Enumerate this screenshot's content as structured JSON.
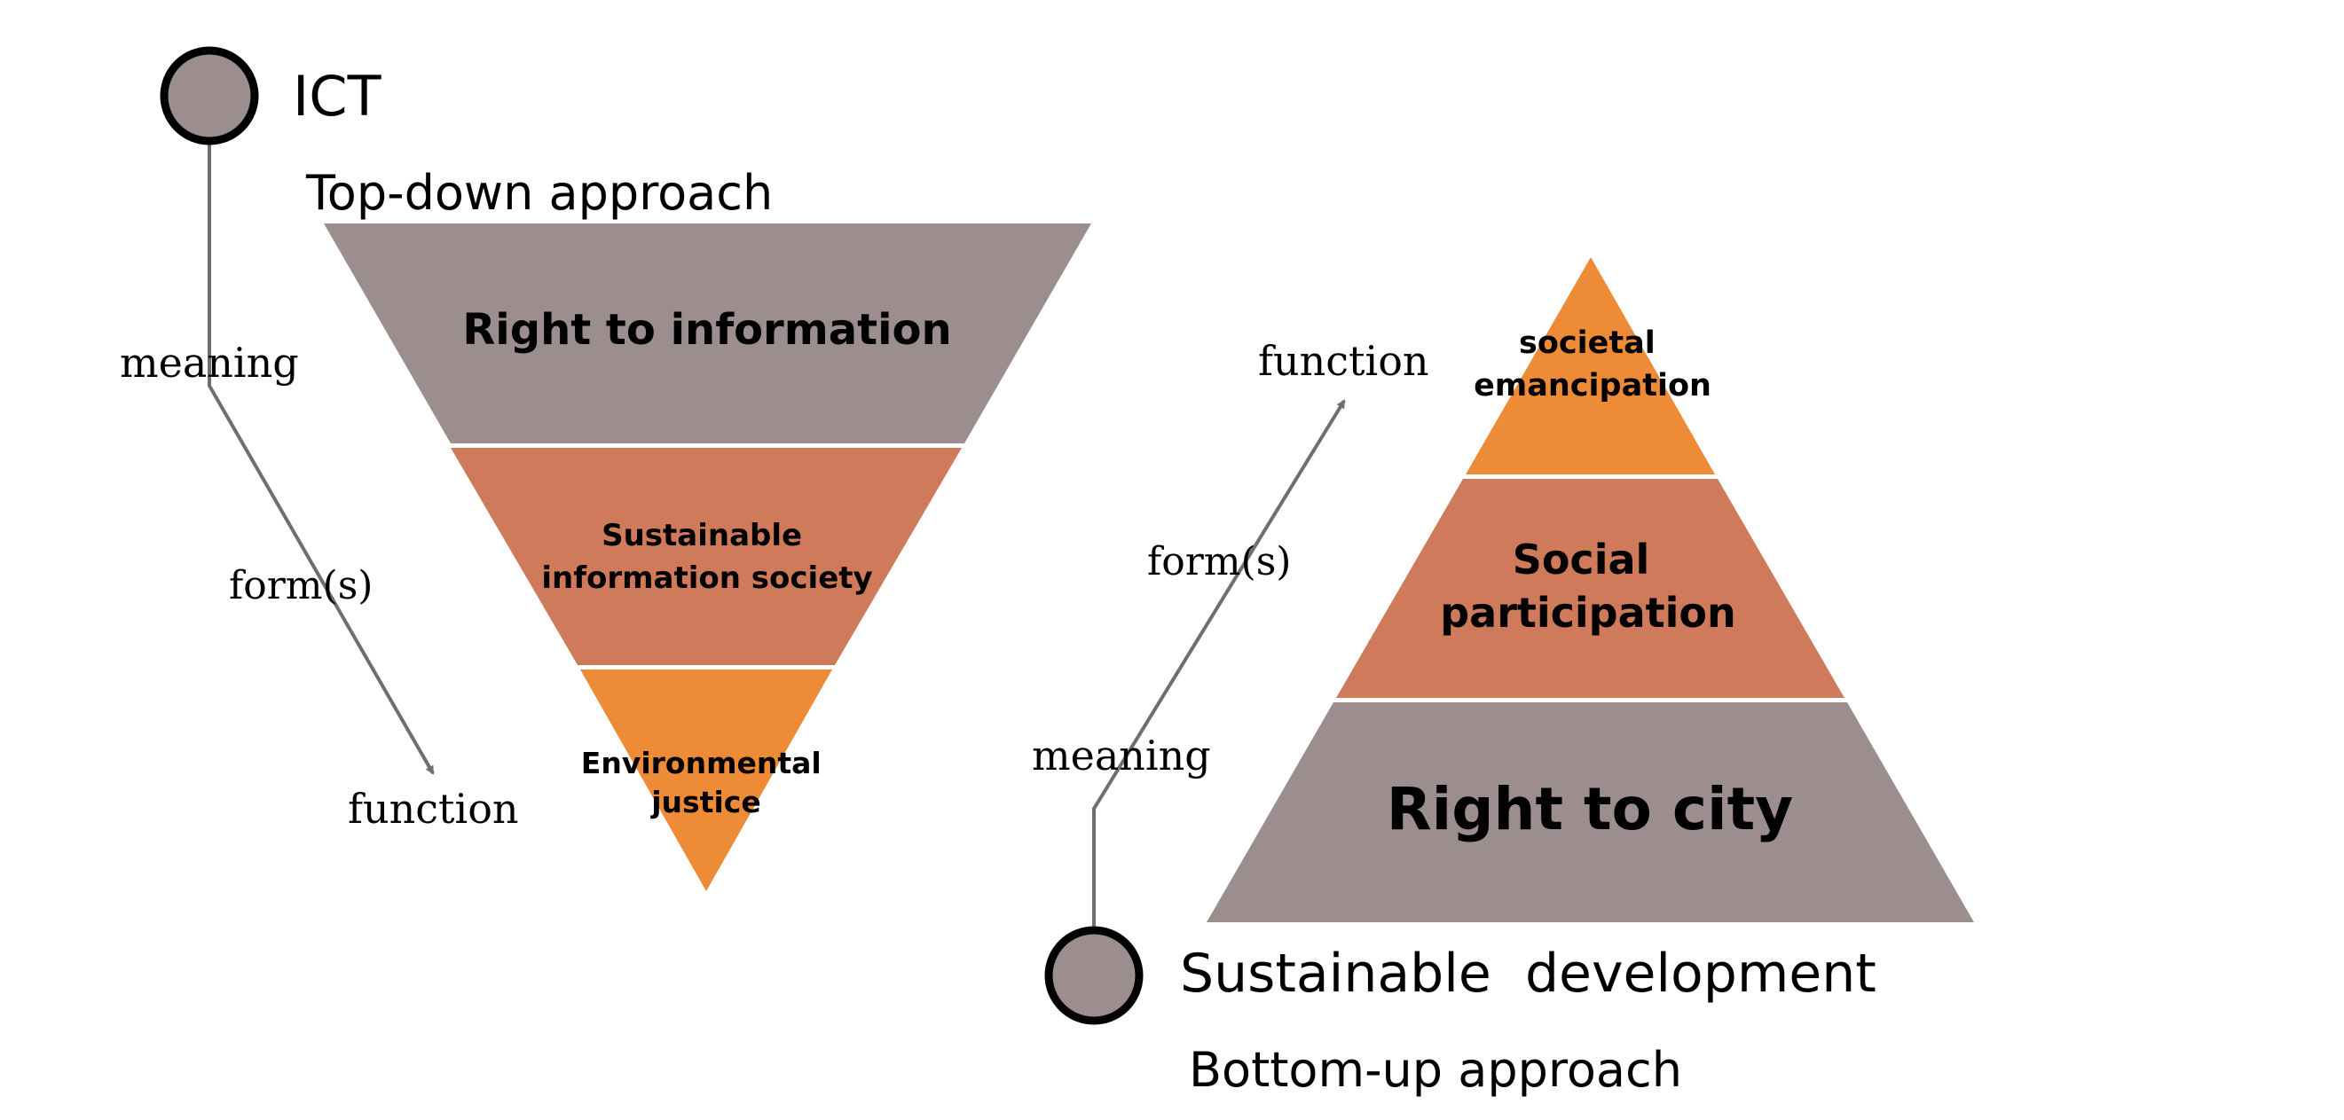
{
  "colors": {
    "grey": "#9c8e8e",
    "terracotta": "#d07a5c",
    "orange": "#ed8b36",
    "connector": "#6e6e6e",
    "text": "#000000"
  },
  "top_down": {
    "node_label": "ICT",
    "approach_label": "Top-down approach",
    "flow_labels": {
      "start": "meaning",
      "middle": "form(s)",
      "end": "function"
    },
    "levels": [
      {
        "lines": [
          "Right to information"
        ],
        "color": "grey"
      },
      {
        "lines": [
          "Sustainable",
          "information  society"
        ],
        "color": "terracotta"
      },
      {
        "lines": [
          "Environmental",
          "justice"
        ],
        "color": "orange"
      }
    ]
  },
  "bottom_up": {
    "node_label": "Sustainable  development",
    "approach_label": "Bottom-up approach",
    "flow_labels": {
      "start": "meaning",
      "middle": "form(s)",
      "end": "function"
    },
    "levels": [
      {
        "lines": [
          "societal",
          "emancipation"
        ],
        "color": "orange"
      },
      {
        "lines": [
          "Social",
          "participation"
        ],
        "color": "terracotta"
      },
      {
        "lines": [
          "Right to city"
        ],
        "color": "grey"
      }
    ]
  }
}
